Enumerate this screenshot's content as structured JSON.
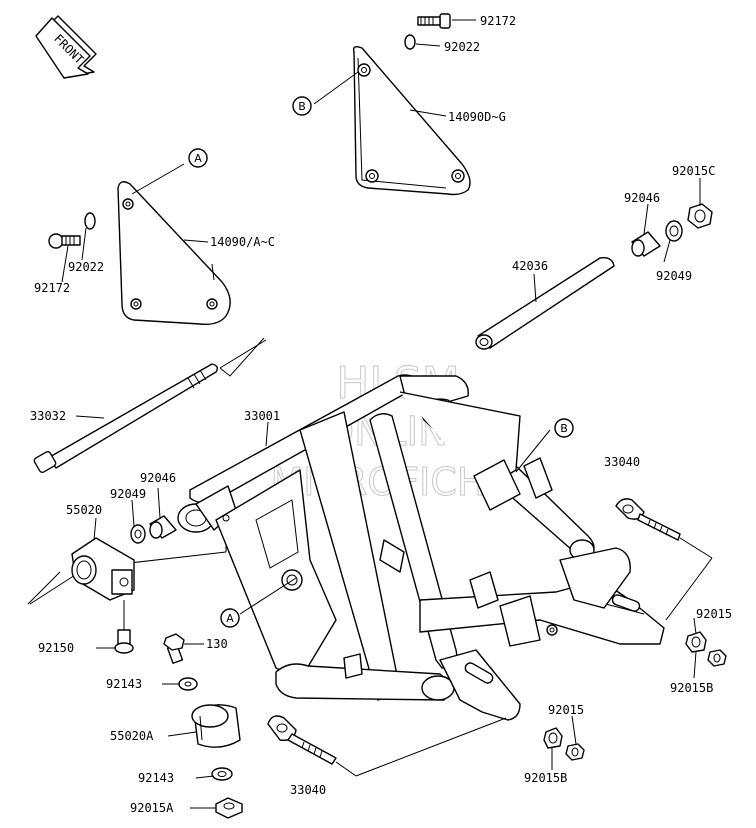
{
  "front_indicator": {
    "label": "FRONT"
  },
  "watermark": {
    "line1": "HLSM",
    "line2": "ONLINE",
    "line3": "MICROFICHE"
  },
  "callout_letters": {
    "a": "A",
    "b": "B"
  },
  "part_numbers": {
    "p92172_top": "92172",
    "p92022_top": "92022",
    "p14090d": "14090D~G",
    "p92015c": "92015C",
    "p92046_right": "92046",
    "p92049_right": "92049",
    "p14090a": "14090/A~C",
    "p92022_left": "92022",
    "p92172_left": "92172",
    "p42036": "42036",
    "p33032": "33032",
    "p33001": "33001",
    "p92046_left": "92046",
    "p92049_left": "92049",
    "p55020": "55020",
    "p33040_right": "33040",
    "p92015_right": "92015",
    "p92015b_right": "92015B",
    "p92150": "92150",
    "p130": "130",
    "p92143_top": "92143",
    "p55020a": "55020A",
    "p92143_bottom": "92143",
    "p92015a": "92015A",
    "p33040_bottom": "33040",
    "p92015_bottom": "92015",
    "p92015b_bottom": "92015B"
  }
}
